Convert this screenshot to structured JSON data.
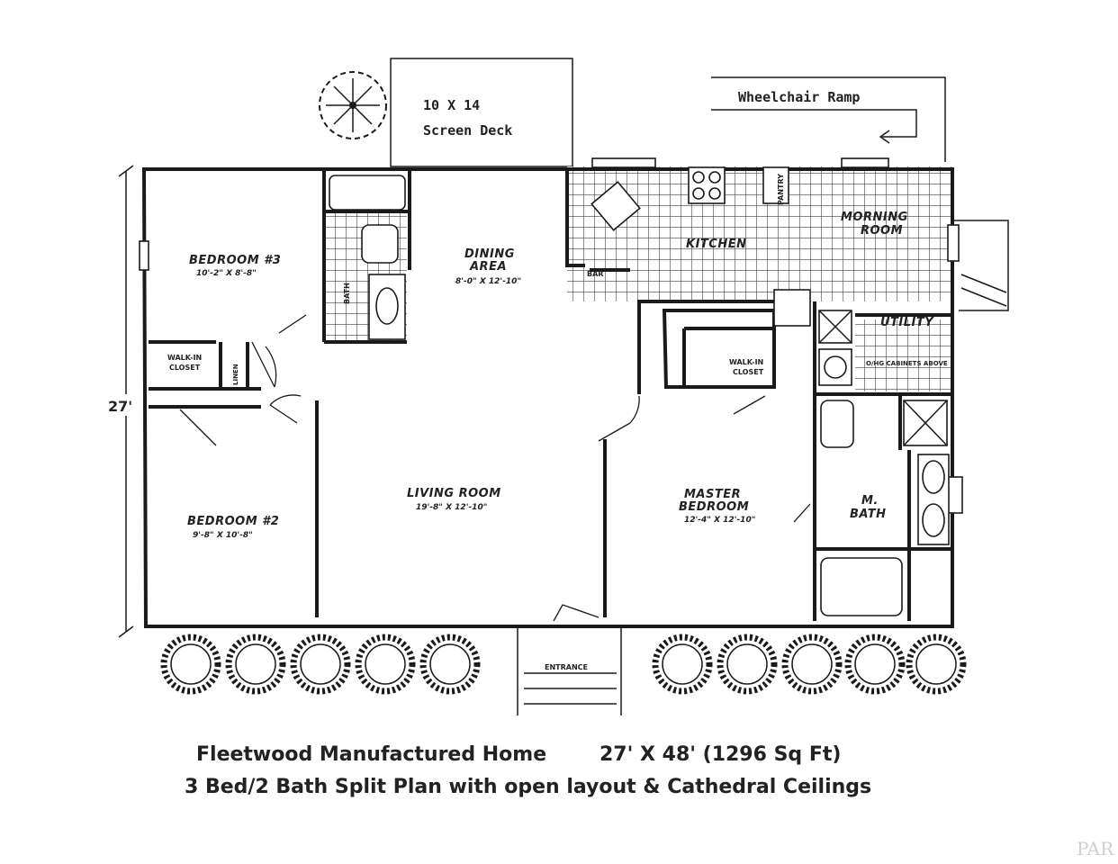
{
  "deck": {
    "size": "10 X 14",
    "name": "Screen Deck"
  },
  "ramp": {
    "label": "Wheelchair Ramp"
  },
  "dimensions": {
    "depth": "27'"
  },
  "rooms": {
    "bedroom3": {
      "name": "BEDROOM #3",
      "size": "10'-2\" X 8'-8\""
    },
    "bath": {
      "name": "BATH"
    },
    "dining": {
      "name_line1": "DINING",
      "name_line2": "AREA",
      "size": "8'-0\" X 12'-10\""
    },
    "kitchen": {
      "name": "KITCHEN",
      "pantry": "PANTRY",
      "bar": "BAR"
    },
    "morning": {
      "name_line1": "MORNING",
      "name_line2": "ROOM"
    },
    "utility": {
      "name": "UTILITY",
      "note": "O/HG CABINETS ABOVE"
    },
    "walkin_closet": {
      "name_line1": "WALK-IN",
      "name_line2": "CLOSET"
    },
    "linen": {
      "name": "LINEN"
    },
    "master_closet": {
      "name_line1": "WALK-IN",
      "name_line2": "CLOSET"
    },
    "bedroom2": {
      "name": "BEDROOM #2",
      "size": "9'-8\" X 10'-8\""
    },
    "living": {
      "name": "LIVING ROOM",
      "size": "19'-8\" X 12'-10\""
    },
    "master": {
      "name_line1": "MASTER",
      "name_line2": "BEDROOM",
      "size": "12'-4\" X 12'-10\""
    },
    "mbath": {
      "name_line1": "M.",
      "name_line2": "BATH"
    },
    "entrance": {
      "name": "ENTRANCE"
    }
  },
  "caption": {
    "line1_left": "Fleetwood Manufactured Home",
    "line1_right": "27' X 48' (1296 Sq Ft)",
    "line2": "3 Bed/2 Bath Split Plan with open layout & Cathedral Ceilings"
  },
  "watermark": "PAR"
}
